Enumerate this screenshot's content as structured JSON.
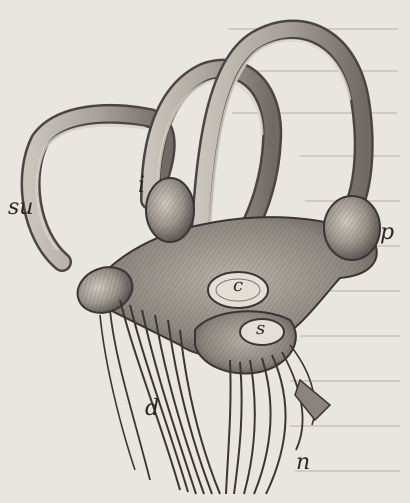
{
  "figure": {
    "labels": {
      "su": "su",
      "i": "i",
      "p": "p",
      "c": "c",
      "s": "s",
      "d": "d",
      "n": "n"
    }
  },
  "colors": {
    "paper": "#e9e6df",
    "ink": "#2a2624",
    "shade": "#8f8a84",
    "membrane": "#a39d96"
  }
}
